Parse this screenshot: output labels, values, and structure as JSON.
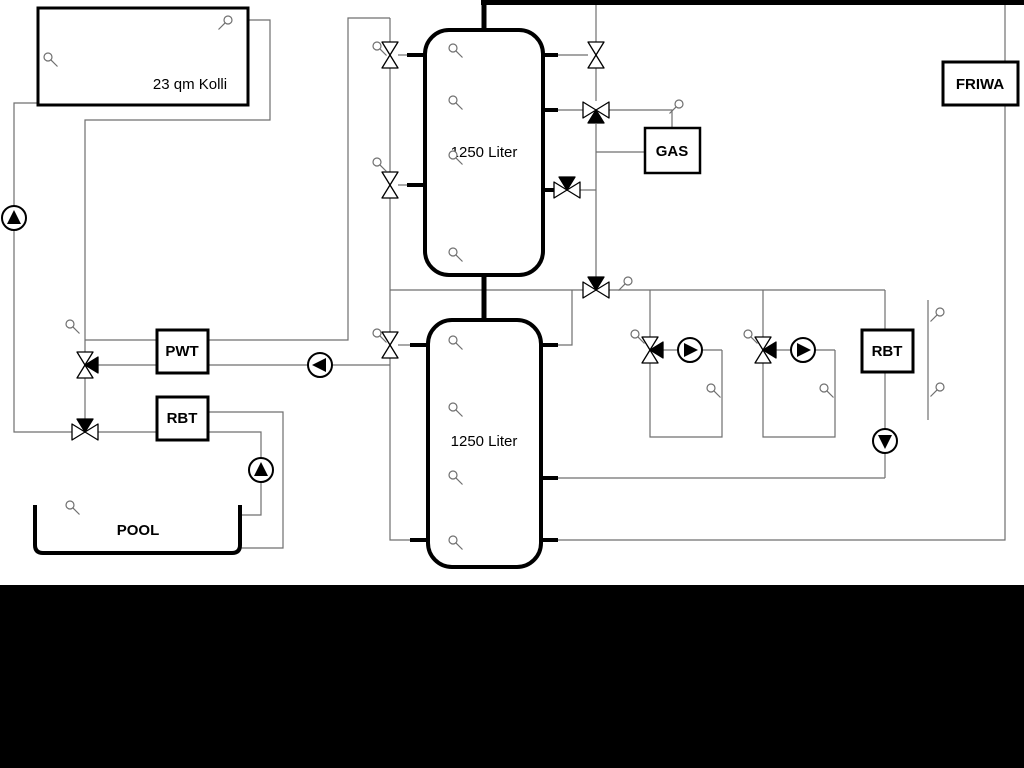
{
  "labels": {
    "collector": "23 qm Kolli",
    "tank_upper": "1250 Liter",
    "tank_lower": "1250 Liter",
    "gas": "GAS",
    "friwa": "FRIWA",
    "pwt": "PWT",
    "rbt_left": "RBT",
    "rbt_right": "RBT",
    "pool": "POOL"
  },
  "colors": {
    "background": "#ffffff",
    "pipe_line": "#6f6f6f",
    "component_outline": "#000000",
    "bottom_mask": "#000000"
  }
}
